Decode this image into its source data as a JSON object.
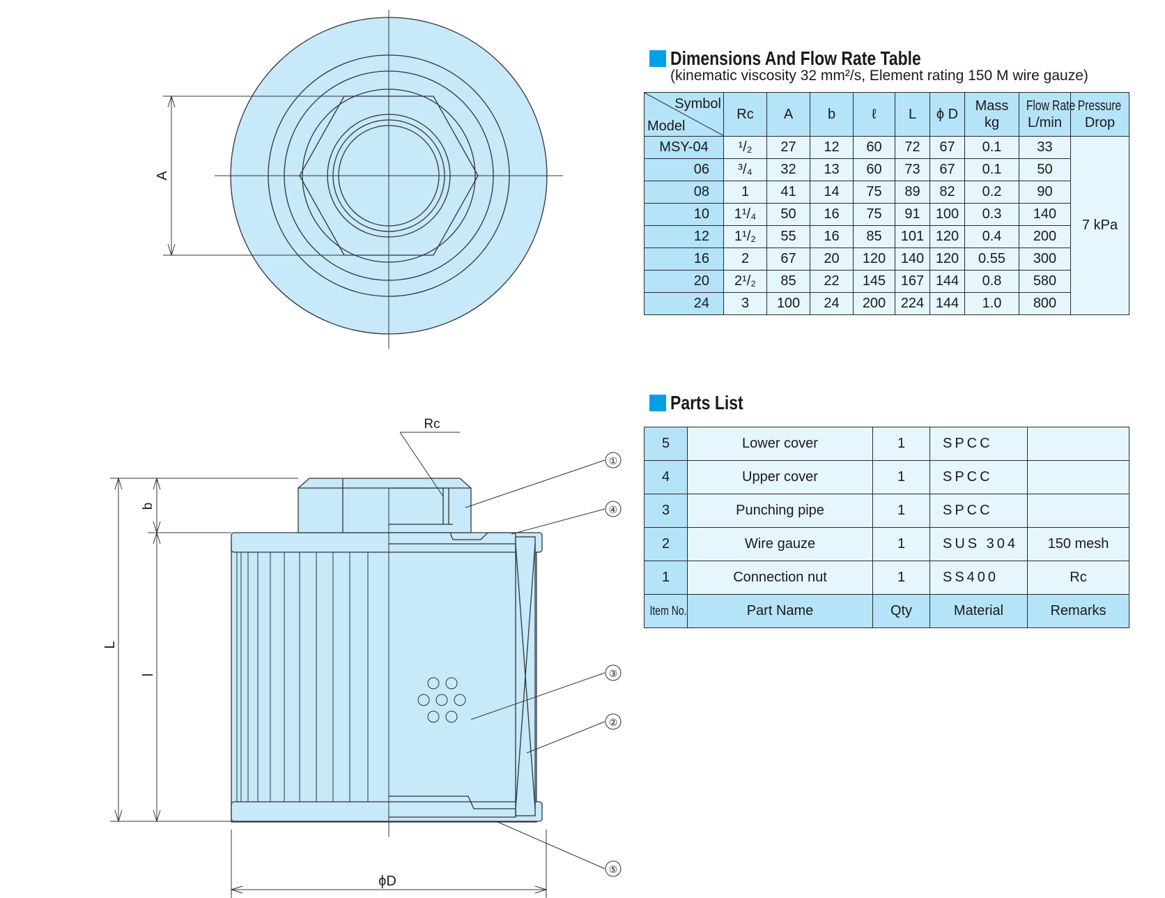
{
  "drawing": {
    "top_view": {
      "dim_A": "A"
    },
    "side_view": {
      "dim_Rc": "Rc",
      "dim_b": "b",
      "dim_L": "L",
      "dim_l": "l",
      "dim_D": "ϕD",
      "callouts": [
        "①",
        "④",
        "③",
        "②",
        "⑤"
      ]
    }
  },
  "dimensions": {
    "title": "Dimensions And Flow Rate Table",
    "subtitle": "(kinematic viscosity 32 mm²/s, Element rating 150 M wire gauze)",
    "header": {
      "symbol": "Symbol",
      "model": "Model",
      "rc": "Rc",
      "a": "A",
      "b": "b",
      "l_small": "ℓ",
      "l_big": "L",
      "phi_d": "ϕ D",
      "mass_1": "Mass",
      "mass_2": "kg",
      "flow_1": "Flow Rate",
      "flow_2": "L/min",
      "pressure_1": "Pressure",
      "pressure_2": "Drop"
    },
    "pressure_drop": "7 kPa",
    "rows": [
      {
        "model": "MSY-04",
        "rc": "¹/₂",
        "a": "27",
        "b": "12",
        "l": "60",
        "L": "72",
        "d": "67",
        "mass": "0.1",
        "flow": "33"
      },
      {
        "model": "06",
        "rc": "³/₄",
        "a": "32",
        "b": "13",
        "l": "60",
        "L": "73",
        "d": "67",
        "mass": "0.1",
        "flow": "50"
      },
      {
        "model": "08",
        "rc": "1",
        "a": "41",
        "b": "14",
        "l": "75",
        "L": "89",
        "d": "82",
        "mass": "0.2",
        "flow": "90"
      },
      {
        "model": "10",
        "rc": "1¹/₄",
        "a": "50",
        "b": "16",
        "l": "75",
        "L": "91",
        "d": "100",
        "mass": "0.3",
        "flow": "140"
      },
      {
        "model": "12",
        "rc": "1¹/₂",
        "a": "55",
        "b": "16",
        "l": "85",
        "L": "101",
        "d": "120",
        "mass": "0.4",
        "flow": "200"
      },
      {
        "model": "16",
        "rc": "2",
        "a": "67",
        "b": "20",
        "l": "120",
        "L": "140",
        "d": "120",
        "mass": "0.55",
        "flow": "300"
      },
      {
        "model": "20",
        "rc": "2¹/₂",
        "a": "85",
        "b": "22",
        "l": "145",
        "L": "167",
        "d": "144",
        "mass": "0.8",
        "flow": "580"
      },
      {
        "model": "24",
        "rc": "3",
        "a": "100",
        "b": "24",
        "l": "200",
        "L": "224",
        "d": "144",
        "mass": "1.0",
        "flow": "800"
      }
    ]
  },
  "parts": {
    "title": "Parts List",
    "rows": [
      {
        "no": "5",
        "name": "Lower cover",
        "qty": "1",
        "material": "SPCC",
        "remarks": ""
      },
      {
        "no": "4",
        "name": "Upper cover",
        "qty": "1",
        "material": "SPCC",
        "remarks": ""
      },
      {
        "no": "3",
        "name": "Punching pipe",
        "qty": "1",
        "material": "SPCC",
        "remarks": ""
      },
      {
        "no": "2",
        "name": "Wire gauze",
        "qty": "1",
        "material": "SUS 304",
        "remarks": "150 mesh"
      },
      {
        "no": "1",
        "name": "Connection nut",
        "qty": "1",
        "material": "SS400",
        "remarks": "Rc"
      }
    ],
    "header": {
      "no": "Item No.",
      "name": "Part Name",
      "qty": "Qty",
      "material": "Material",
      "remarks": "Remarks"
    }
  },
  "colors": {
    "fill": "#c7e9fa",
    "accent": "#00a0e9",
    "header_fill": "#b5e3f8",
    "cell_fill": "#e6f6fd"
  }
}
